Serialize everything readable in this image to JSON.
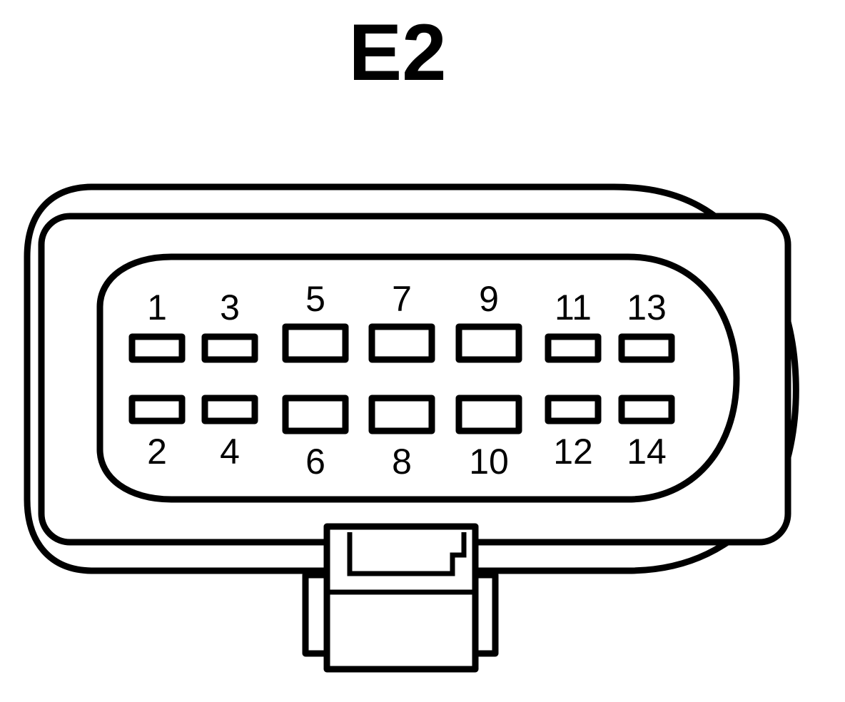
{
  "connector": {
    "title": "E2",
    "pins": [
      {
        "number": "1",
        "row": "top",
        "size": "small"
      },
      {
        "number": "3",
        "row": "top",
        "size": "small"
      },
      {
        "number": "5",
        "row": "top",
        "size": "large"
      },
      {
        "number": "7",
        "row": "top",
        "size": "large"
      },
      {
        "number": "9",
        "row": "top",
        "size": "large"
      },
      {
        "number": "11",
        "row": "top",
        "size": "small"
      },
      {
        "number": "13",
        "row": "top",
        "size": "small"
      },
      {
        "number": "2",
        "row": "bottom",
        "size": "small"
      },
      {
        "number": "4",
        "row": "bottom",
        "size": "small"
      },
      {
        "number": "6",
        "row": "bottom",
        "size": "large"
      },
      {
        "number": "8",
        "row": "bottom",
        "size": "large"
      },
      {
        "number": "10",
        "row": "bottom",
        "size": "large"
      },
      {
        "number": "12",
        "row": "bottom",
        "size": "small"
      },
      {
        "number": "14",
        "row": "bottom",
        "size": "small"
      }
    ],
    "colors": {
      "line": "#000000",
      "background": "#ffffff"
    }
  }
}
